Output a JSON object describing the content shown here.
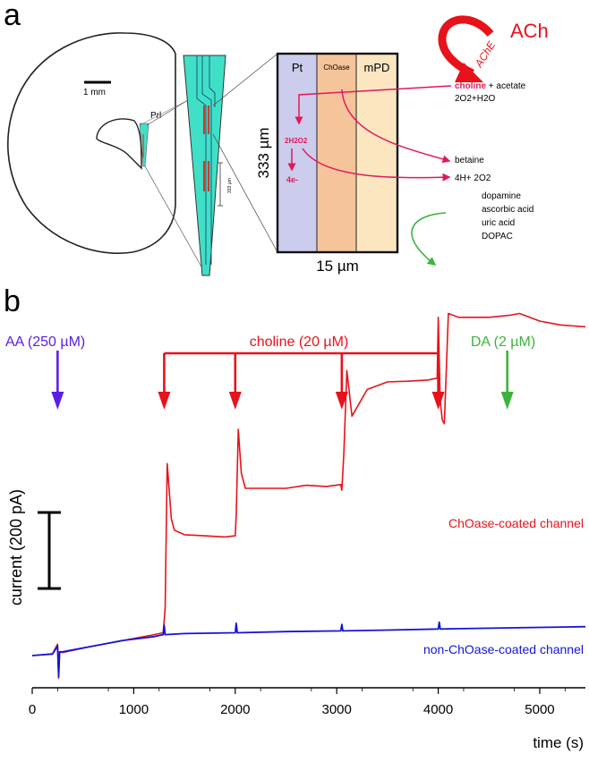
{
  "panel_a": {
    "label": "a",
    "scale_bar": "1 mm",
    "region_label": "Prl",
    "probe_scale": "333 μm",
    "layers": [
      "Pt",
      "ChOase",
      "mPD"
    ],
    "layer_height_label": "333 µm",
    "layer_width_label": "15 µm",
    "ache_label": "AChE",
    "ach_label": "ACh",
    "choline": "choline",
    "plus_acetate": " + acetate",
    "o2_h2o": "2O2+H2O",
    "h2o2": "2H2O2",
    "electrons": "4e-",
    "betaine": "betaine",
    "protons": "4H+ 2O2",
    "interferents": [
      "dopamine",
      "ascorbic acid",
      "uric acid",
      "DOPAC"
    ],
    "colors": {
      "probe": "#40e0c8",
      "trace": "#c04030",
      "pt_layer": "#ccccec",
      "choase_layer": "#f6c49a",
      "mpd_layer": "#fbe6c0",
      "reaction_arrow": "#e0195a",
      "ache_arrow": "#e8121a",
      "interferent_arrow": "#3cb43c"
    }
  },
  "panel_b": {
    "label": "b",
    "injections": [
      {
        "label": "AA (250 µM)",
        "time": 250,
        "color": "#5a1ee6"
      },
      {
        "label": "choline (20 µM)",
        "times": [
          1300,
          2000,
          3050,
          4000
        ],
        "color": "#e8121a"
      },
      {
        "label": "DA (2 µM)",
        "time": 4680,
        "color": "#3cb43c"
      }
    ],
    "scale_bar_label": "current (200 pA)"
  },
  "chart_data": {
    "type": "line",
    "xlabel": "time (s)",
    "ylabel": "current (200 pA)",
    "xlim": [
      0,
      5450
    ],
    "ylim": [
      -150,
      1350
    ],
    "xticks": [
      0,
      1000,
      2000,
      3000,
      4000,
      5000
    ],
    "scale_bar_pA": 200,
    "series": [
      {
        "name": "ChOase-coated channel",
        "color": "#e8121a",
        "x": [
          0,
          100,
          200,
          250,
          260,
          270,
          300,
          600,
          900,
          1200,
          1290,
          1310,
          1330,
          1370,
          1400,
          1500,
          1700,
          1900,
          2000,
          2010,
          2030,
          2060,
          2100,
          2300,
          2500,
          2700,
          2900,
          3040,
          3050,
          3070,
          3100,
          3150,
          3300,
          3500,
          3700,
          3900,
          3990,
          4000,
          4020,
          4040,
          4060,
          4100,
          4200,
          4500,
          4700,
          4800,
          5000,
          5200,
          5450
        ],
        "y": [
          0,
          2,
          5,
          30,
          -60,
          10,
          8,
          25,
          40,
          55,
          60,
          125,
          505,
          360,
          330,
          318,
          315,
          312,
          315,
          370,
          595,
          480,
          440,
          440,
          440,
          448,
          445,
          450,
          435,
          530,
          750,
          630,
          700,
          720,
          722,
          725,
          730,
          890,
          670,
          620,
          610,
          900,
          890,
          890,
          895,
          900,
          880,
          870,
          865
        ]
      },
      {
        "name": "non-ChOase-coated channel",
        "color": "#1414d8",
        "x": [
          0,
          100,
          200,
          250,
          260,
          270,
          300,
          600,
          900,
          1200,
          1290,
          1300,
          1310,
          1500,
          2000,
          2010,
          2020,
          2500,
          3040,
          3050,
          3060,
          3500,
          4000,
          4010,
          4020,
          4500,
          5000,
          5450
        ],
        "y": [
          0,
          2,
          4,
          25,
          -55,
          10,
          10,
          25,
          40,
          50,
          55,
          80,
          55,
          58,
          60,
          85,
          60,
          63,
          65,
          82,
          65,
          67,
          70,
          88,
          70,
          72,
          74,
          76
        ]
      }
    ]
  }
}
